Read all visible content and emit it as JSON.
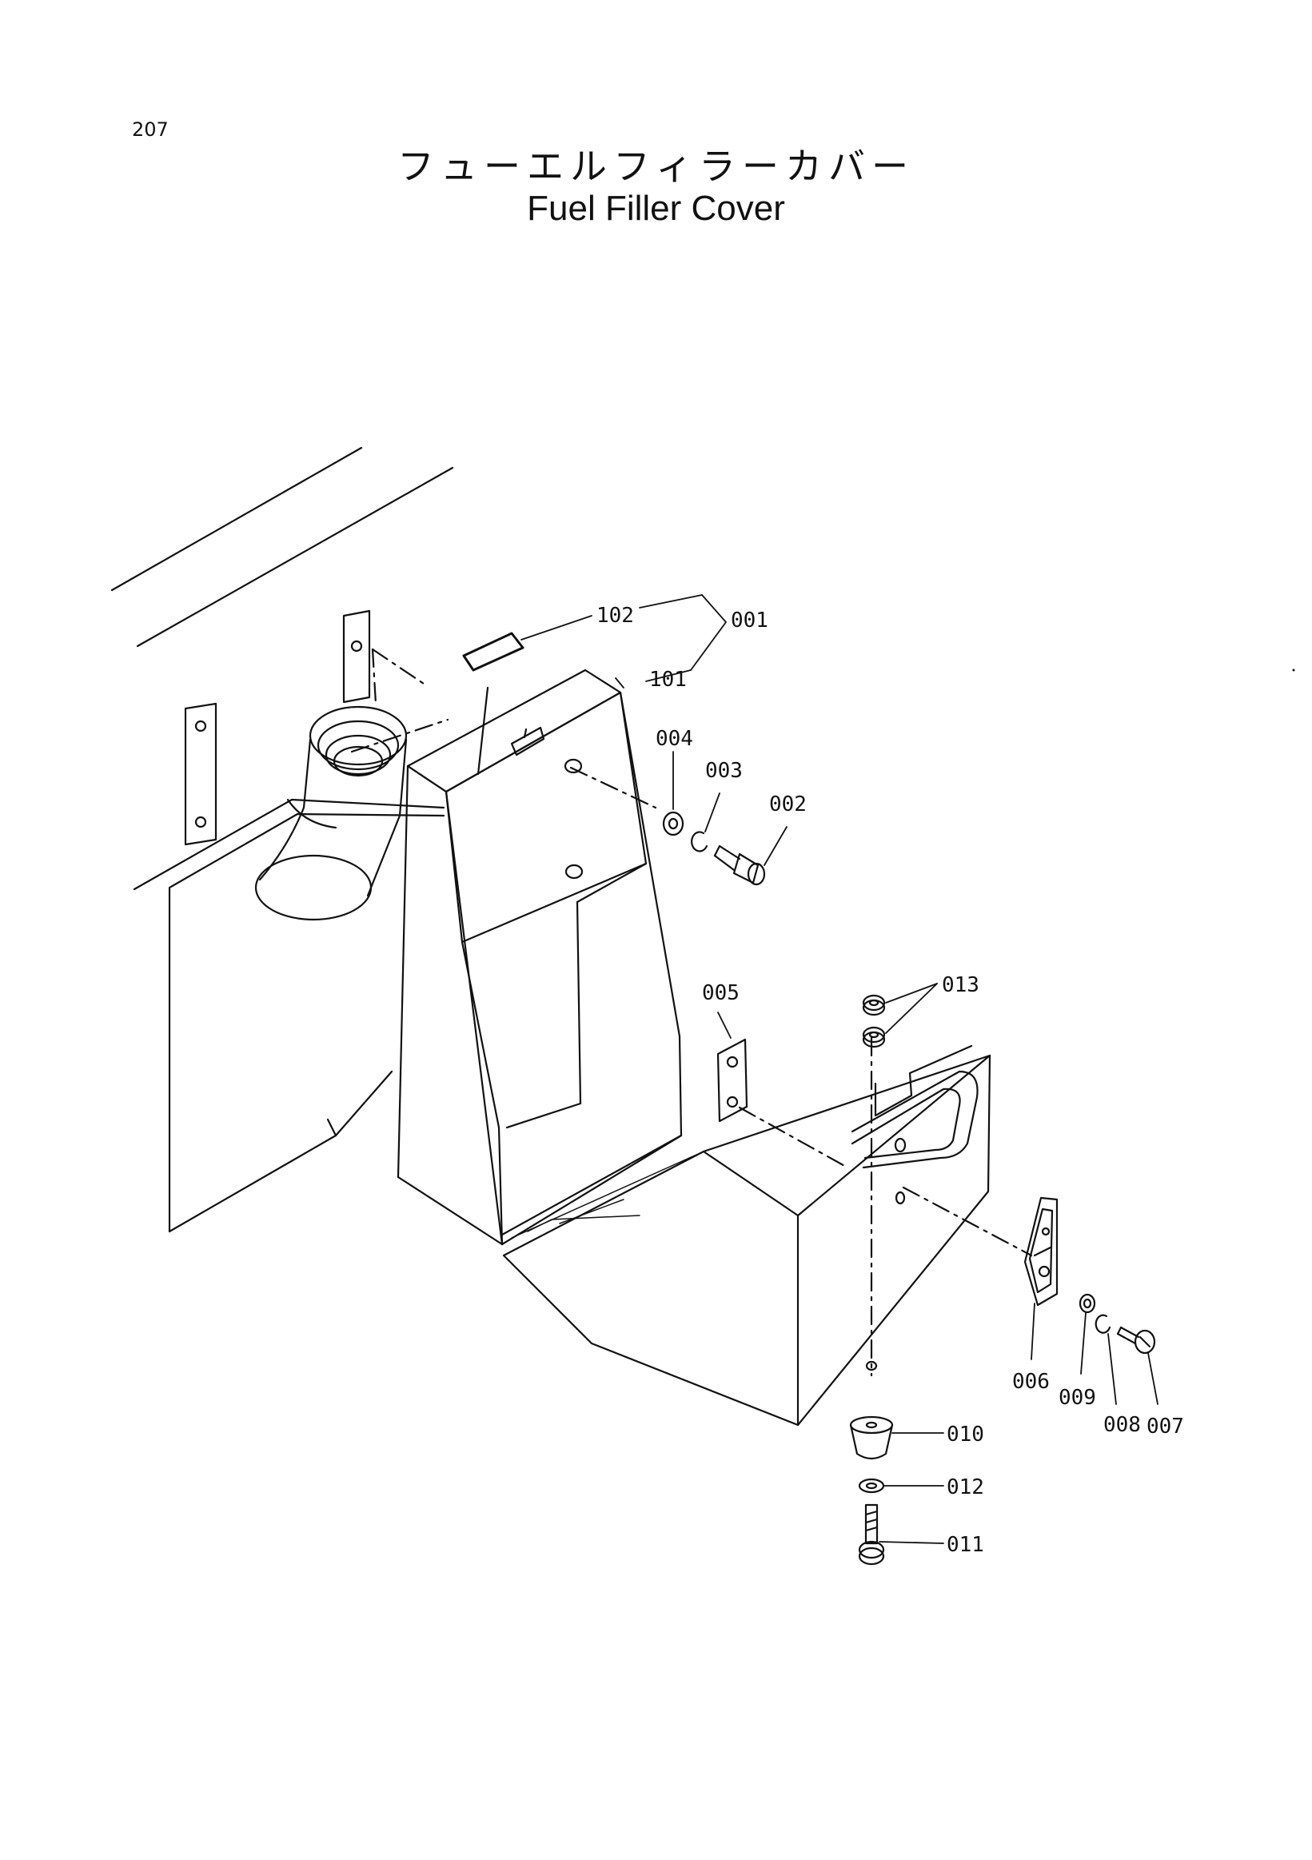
{
  "page": {
    "number": "207",
    "title_ja": "フューエルフィラーカバー",
    "title_en": "Fuel Filler Cover"
  },
  "callouts": {
    "c001": "001",
    "c002": "002",
    "c003": "003",
    "c004": "004",
    "c005": "005",
    "c006": "006",
    "c007": "007",
    "c008": "008",
    "c009": "009",
    "c010": "010",
    "c011": "011",
    "c012": "012",
    "c013": "013",
    "c101": "101",
    "c102": "102"
  },
  "colors": {
    "line": "#111111",
    "background": "#ffffff"
  }
}
